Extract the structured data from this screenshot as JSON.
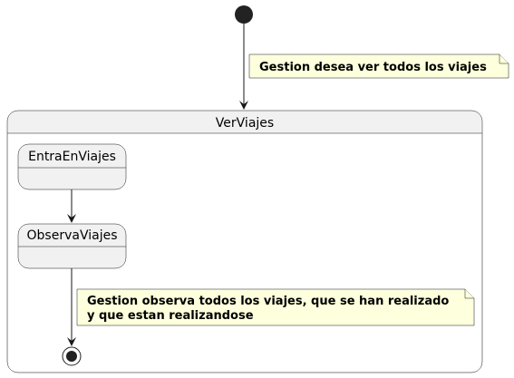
{
  "diagram": {
    "composite_state": {
      "name": "VerViajes"
    },
    "states": [
      {
        "name": "EntraEnViajes"
      },
      {
        "name": "ObservaViajes"
      }
    ],
    "notes": {
      "top": {
        "lines": [
          "Gestion desea ver todos los viajes"
        ]
      },
      "inner": {
        "lines": [
          "Gestion observa todos los viajes, que se han realizado",
          "y que estan realizandose"
        ]
      }
    },
    "colors": {
      "state_fill": "#F1F1F1",
      "state_border": "#181818",
      "note_fill": "#FEFFDD",
      "note_border": "#181818",
      "pseudo_fill": "#222222",
      "line": "#181818"
    }
  }
}
